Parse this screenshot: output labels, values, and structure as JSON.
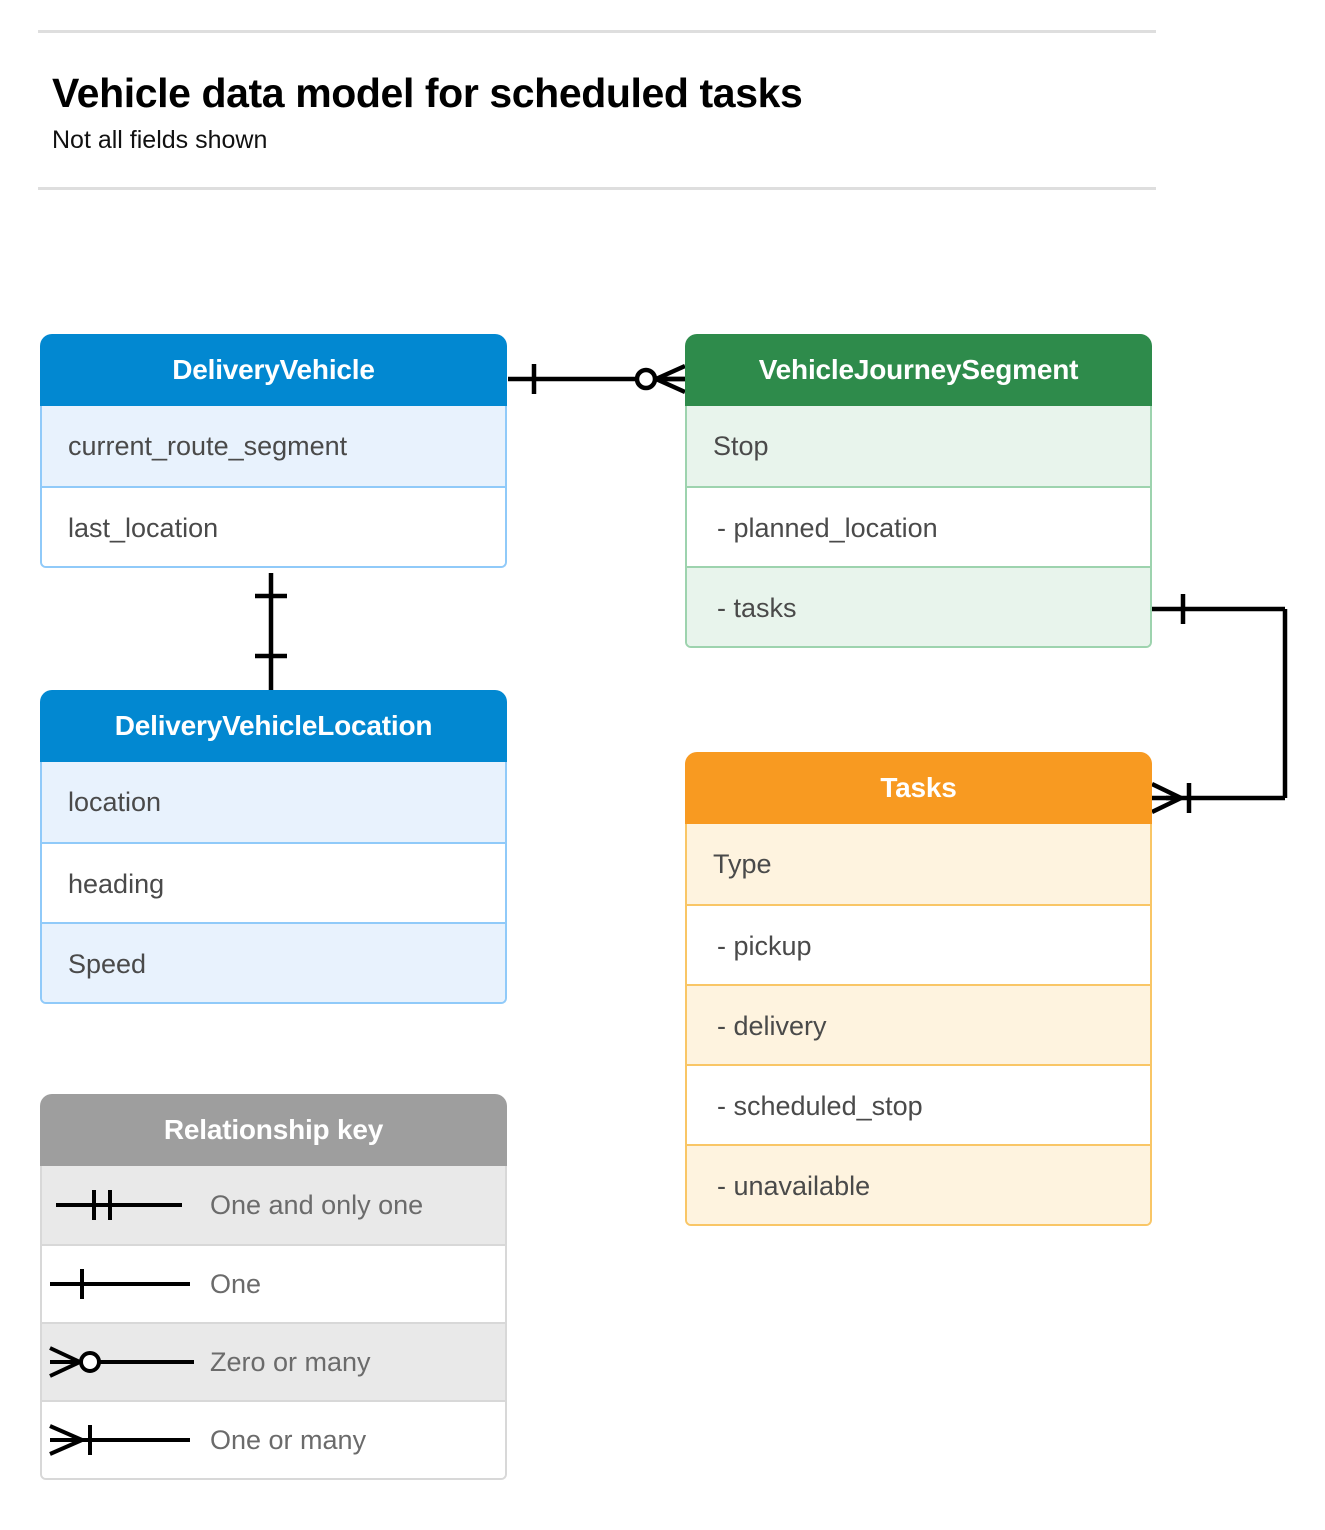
{
  "header": {
    "title": "Vehicle data model for scheduled tasks",
    "subtitle": "Not all fields shown"
  },
  "entities": [
    {
      "id": "delivery-vehicle",
      "name": "DeliveryVehicle",
      "color": "#0288D1",
      "rows": [
        {
          "label": "current_route_segment",
          "shaded": true
        },
        {
          "label": "last_location",
          "shaded": false
        }
      ]
    },
    {
      "id": "vehicle-journey-segment",
      "name": "VehicleJourneySegment",
      "color": "#2E8B4B",
      "rows": [
        {
          "label": "Stop",
          "shaded": true
        },
        {
          "label": "-  planned_location",
          "shaded": false
        },
        {
          "label": "- tasks",
          "shaded": true
        }
      ]
    },
    {
      "id": "delivery-vehicle-location",
      "name": "DeliveryVehicleLocation",
      "color": "#0288D1",
      "rows": [
        {
          "label": "location",
          "shaded": true
        },
        {
          "label": "heading",
          "shaded": false
        },
        {
          "label": "Speed",
          "shaded": true
        }
      ]
    },
    {
      "id": "tasks",
      "name": "Tasks",
      "color": "#F89A21",
      "rows": [
        {
          "label": "Type",
          "shaded": true
        },
        {
          "label": "-  pickup",
          "shaded": false
        },
        {
          "label": "-  delivery",
          "shaded": true
        },
        {
          "label": "-  scheduled_stop",
          "shaded": false
        },
        {
          "label": "-  unavailable",
          "shaded": true
        }
      ]
    }
  ],
  "legend": {
    "title": "Relationship key",
    "color": "#9E9E9E",
    "rows": [
      {
        "label": "One and only one",
        "symbol": "one-and-only-one",
        "shaded": true
      },
      {
        "label": "One",
        "symbol": "one",
        "shaded": false
      },
      {
        "label": "Zero or many",
        "symbol": "zero-or-many",
        "shaded": true
      },
      {
        "label": "One or many",
        "symbol": "one-or-many",
        "shaded": false
      }
    ]
  },
  "relationships": [
    {
      "id": "deliveryvehicle-to-journeysegment",
      "from": "DeliveryVehicle",
      "to": "VehicleJourneySegment",
      "from_cardinality": "One",
      "to_cardinality": "Zero or many"
    },
    {
      "id": "deliveryvehicle-to-vehiclelocation",
      "from": "DeliveryVehicle",
      "to": "DeliveryVehicleLocation",
      "from_cardinality": "One",
      "to_cardinality": "One"
    },
    {
      "id": "journeysegment-tasks-to-tasks",
      "from": "VehicleJourneySegment.tasks",
      "to": "Tasks",
      "from_cardinality": "One",
      "to_cardinality": "One or many"
    }
  ],
  "colors": {
    "blue": "#0288D1",
    "green": "#2E8B4B",
    "orange": "#F89A21",
    "gray": "#9E9E9E",
    "connector": "#000000",
    "rule": "#DEDEDE"
  }
}
